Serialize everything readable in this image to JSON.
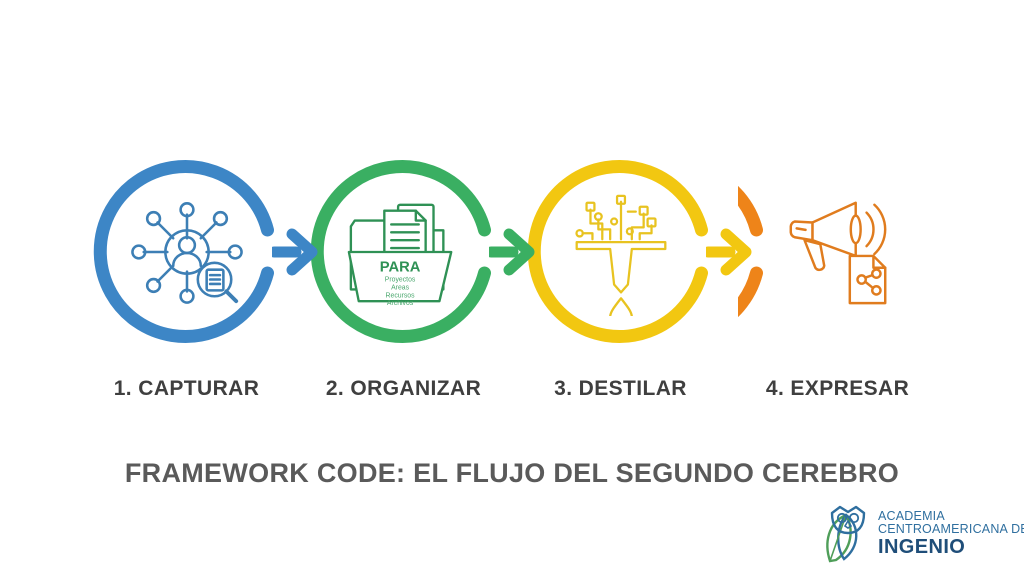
{
  "infographic": {
    "title": "FRAMEWORK CODE: EL FLUJO DEL SEGUNDO CEREBRO",
    "background_color": "#ffffff",
    "label_color": "#3f3f3f",
    "title_color": "#5a5a5a",
    "steps": [
      {
        "number": "1.",
        "label": "1. CAPTURAR",
        "name": "CAPTURAR",
        "color": "#3d86c6",
        "icon": "network-person-search-icon"
      },
      {
        "number": "2.",
        "label": "2. ORGANIZAR",
        "name": "ORGANIZAR",
        "color": "#3aaf62",
        "icon": "para-folder-documents-icon",
        "folder": {
          "heading": "PARA",
          "lines": [
            "Proyectos",
            "Areas",
            "Recursos",
            "Archivos"
          ]
        }
      },
      {
        "number": "3.",
        "label": "3. DESTILAR",
        "name": "DESTILAR",
        "color": "#f2c711",
        "icon": "funnel-circuit-droplet-icon"
      },
      {
        "number": "4.",
        "label": "4. EXPRESAR",
        "name": "EXPRESAR",
        "color": "#ee8419",
        "icon": "megaphone-share-document-icon"
      }
    ],
    "arrows": [
      {
        "name": "arrow-capturar-to-organizar",
        "color": "#3d86c6",
        "icon": "arrow-right-icon"
      },
      {
        "name": "arrow-organizar-to-destilar",
        "color": "#3aaf62",
        "icon": "arrow-right-icon"
      },
      {
        "name": "arrow-destilar-to-expresar",
        "color": "#f2c711",
        "icon": "arrow-right-icon"
      }
    ]
  },
  "logo": {
    "line1": "ACADEMIA",
    "line2": "CENTROAMERICANA DE",
    "line3": "INGENIO",
    "mark_icon": "owl-leaf-logo-icon",
    "text_color": "#2f6f9f",
    "name_color": "#1f4e79",
    "mark_colors": {
      "head": "#2f6f9f",
      "leaf_green": "#4f9e59",
      "leaf_blue": "#2f6f9f"
    }
  }
}
